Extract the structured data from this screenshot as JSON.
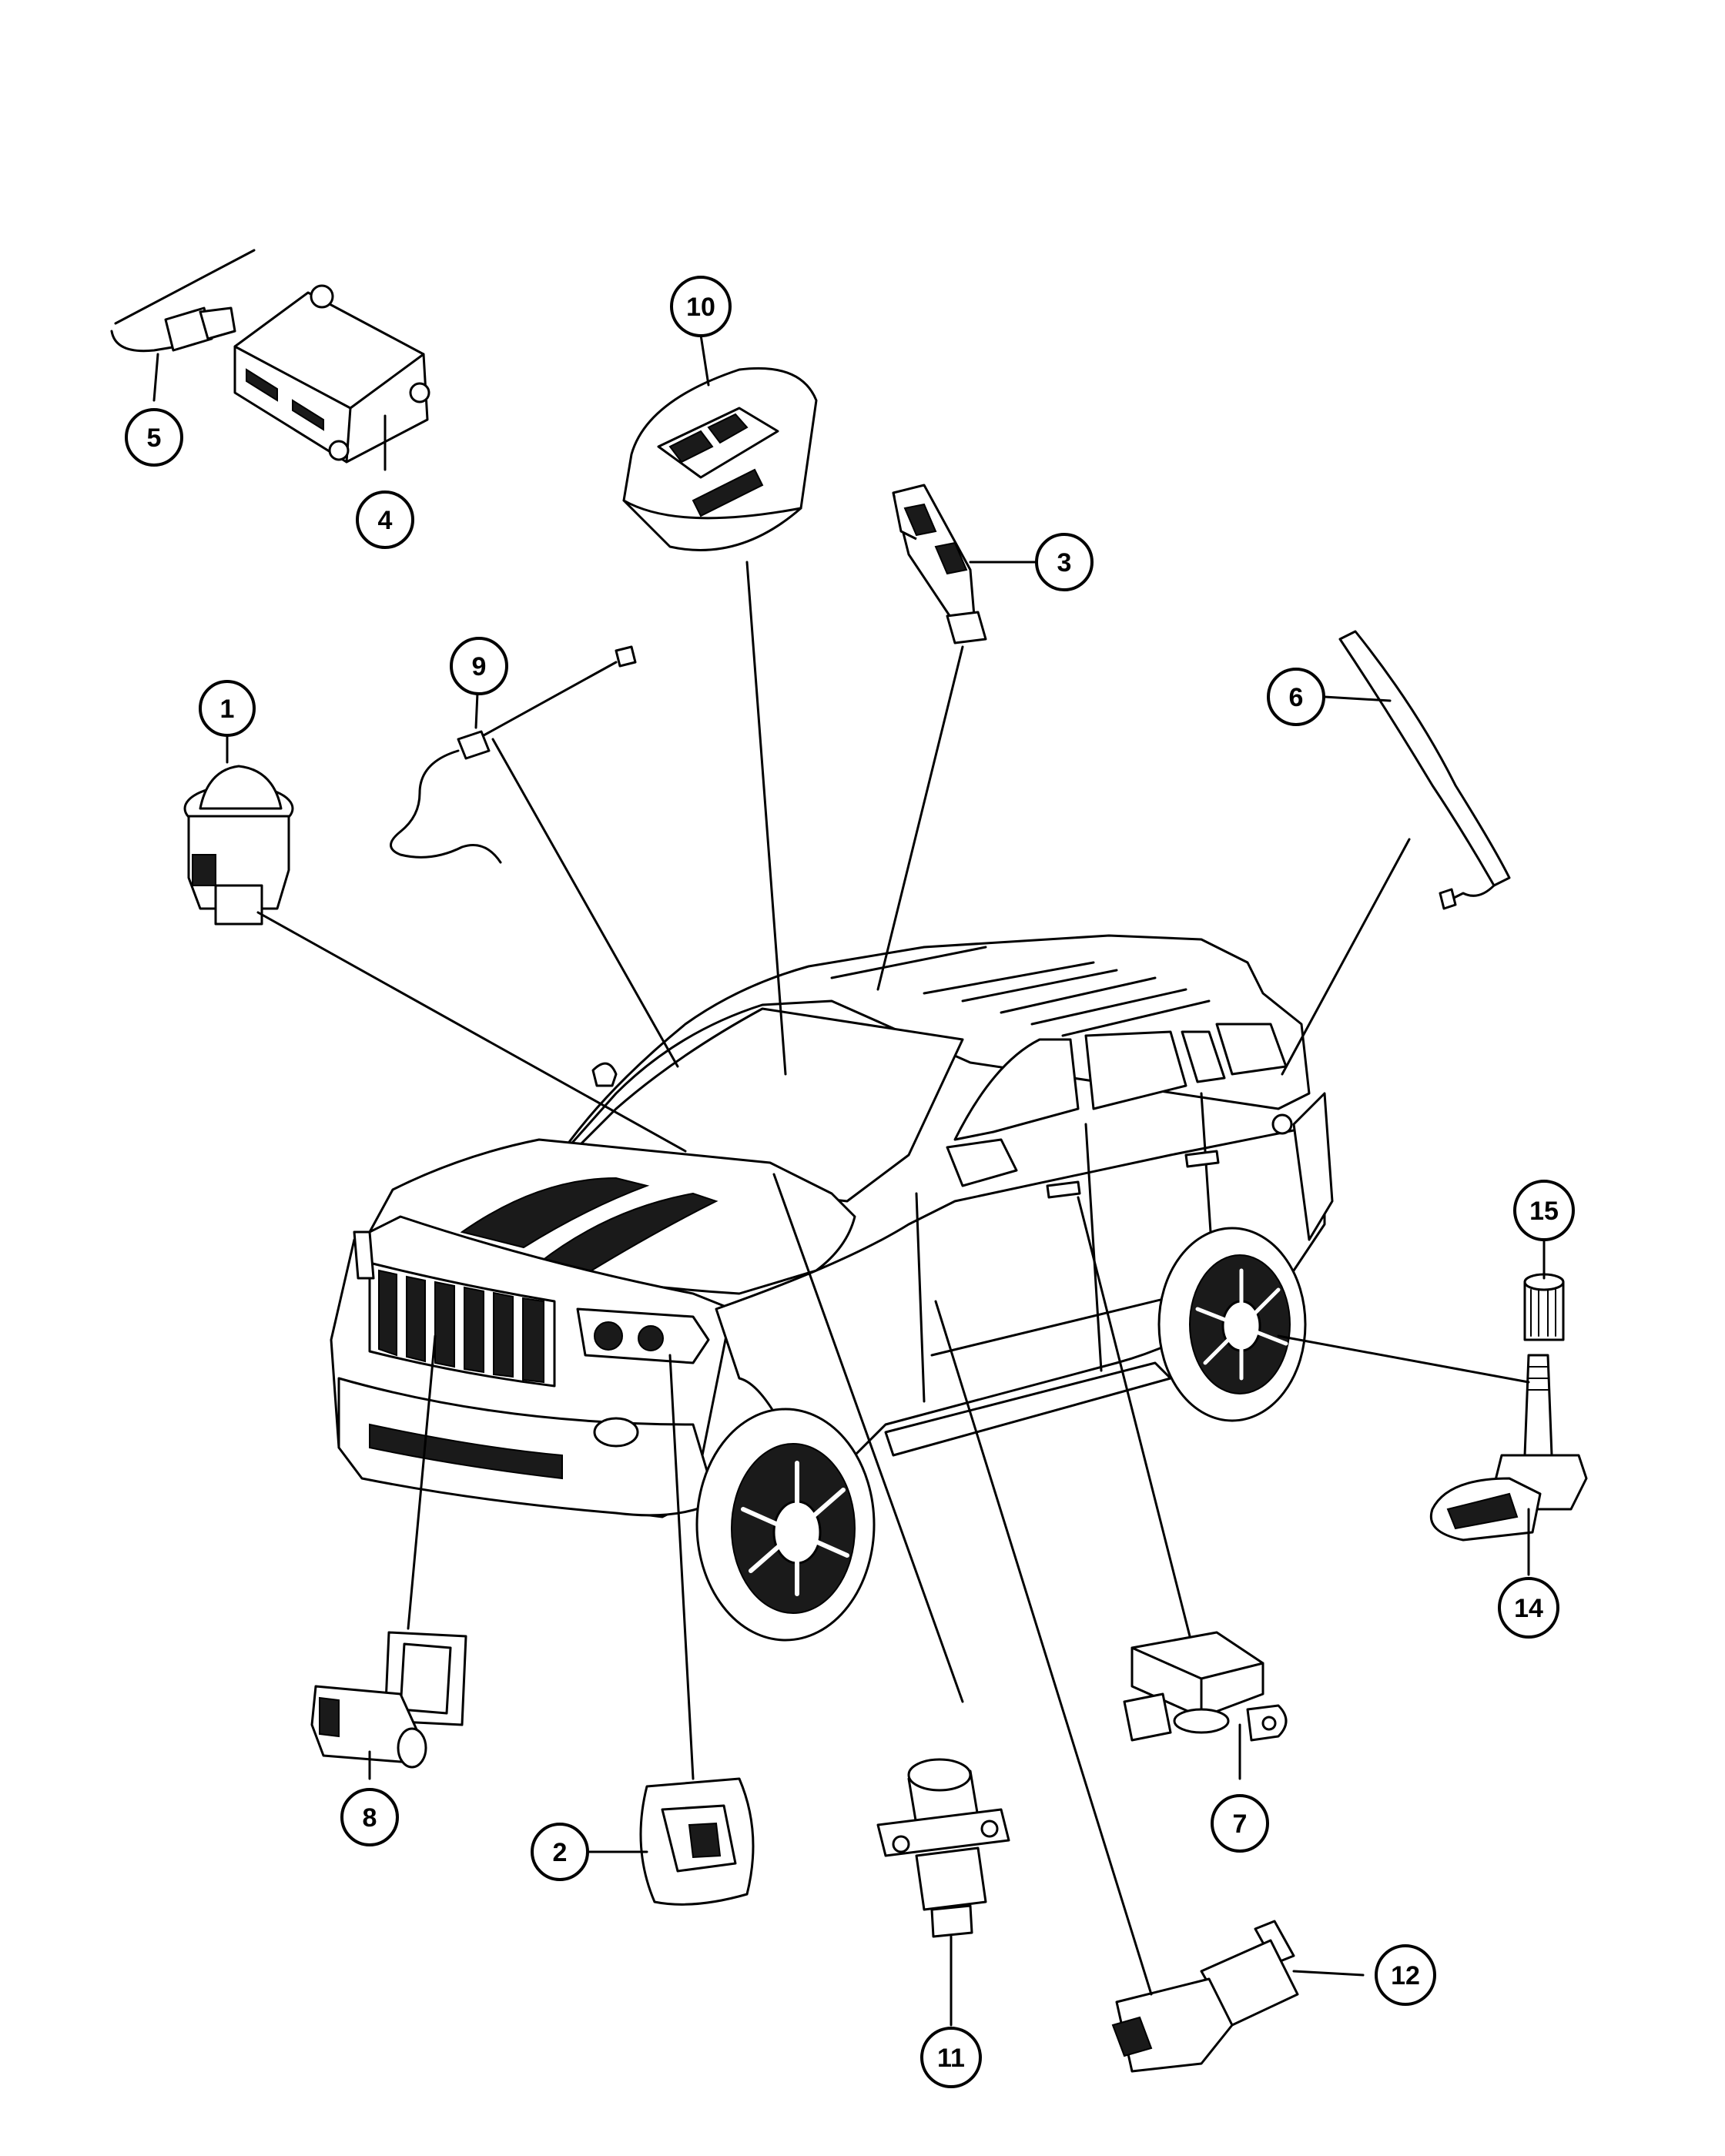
{
  "diagram": {
    "callouts": [
      {
        "id": "1",
        "label": "1"
      },
      {
        "id": "2",
        "label": "2"
      },
      {
        "id": "3",
        "label": "3"
      },
      {
        "id": "4",
        "label": "4"
      },
      {
        "id": "5",
        "label": "5"
      },
      {
        "id": "6",
        "label": "6"
      },
      {
        "id": "7",
        "label": "7"
      },
      {
        "id": "8",
        "label": "8"
      },
      {
        "id": "9",
        "label": "9"
      },
      {
        "id": "10",
        "label": "10"
      },
      {
        "id": "11",
        "label": "11"
      },
      {
        "id": "12",
        "label": "12"
      },
      {
        "id": "14",
        "label": "14"
      },
      {
        "id": "15",
        "label": "15"
      }
    ],
    "colors": {
      "line": "#000000",
      "background": "#ffffff",
      "shade": "#1a1a1a"
    }
  }
}
